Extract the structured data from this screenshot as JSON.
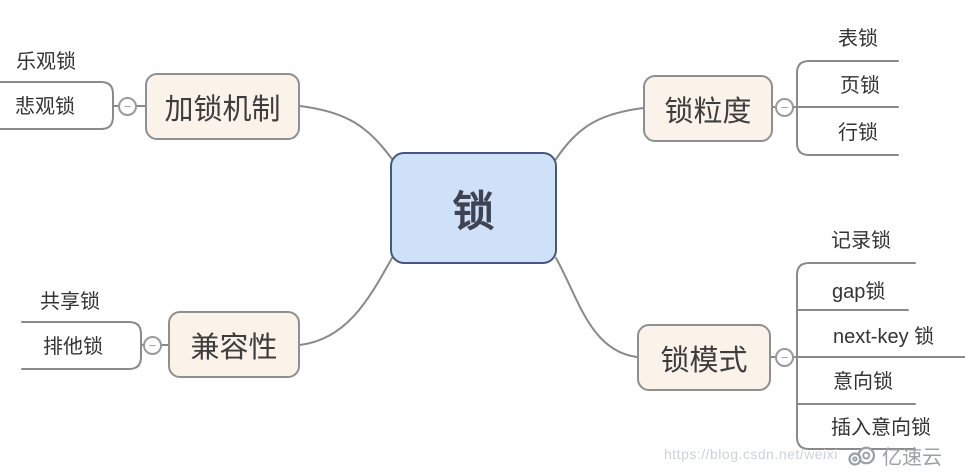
{
  "mindmap": {
    "root": {
      "label": "锁"
    },
    "branches": [
      {
        "id": "locking-mechanism",
        "label": "加锁机制",
        "side": "upper-left",
        "children": [
          {
            "label": "乐观锁"
          },
          {
            "label": "悲观锁"
          }
        ]
      },
      {
        "id": "lock-granularity",
        "label": "锁粒度",
        "side": "upper-right",
        "children": [
          {
            "label": "表锁"
          },
          {
            "label": "页锁"
          },
          {
            "label": "行锁"
          }
        ]
      },
      {
        "id": "compatibility",
        "label": "兼容性",
        "side": "lower-left",
        "children": [
          {
            "label": "共享锁"
          },
          {
            "label": "排他锁"
          }
        ]
      },
      {
        "id": "lock-mode",
        "label": "锁模式",
        "side": "lower-right",
        "children": [
          {
            "label": "记录锁"
          },
          {
            "label": "gap锁"
          },
          {
            "label": "next-key 锁"
          },
          {
            "label": "意向锁"
          },
          {
            "label": "插入意向锁"
          }
        ]
      }
    ],
    "collapse_symbol": "−",
    "colors": {
      "root_fill": "#cfe1f9",
      "root_border": "#46597c",
      "branch_fill": "#fbf2ea",
      "branch_border": "#8f8f8f",
      "line": "#8a8a8a",
      "text": "#3d3d3d"
    }
  },
  "watermark": {
    "url_text": "https://blog.csdn.net/weixi",
    "brand": "亿速云",
    "url_color": "#cdd2d9",
    "brand_color": "#9aa0a8"
  }
}
